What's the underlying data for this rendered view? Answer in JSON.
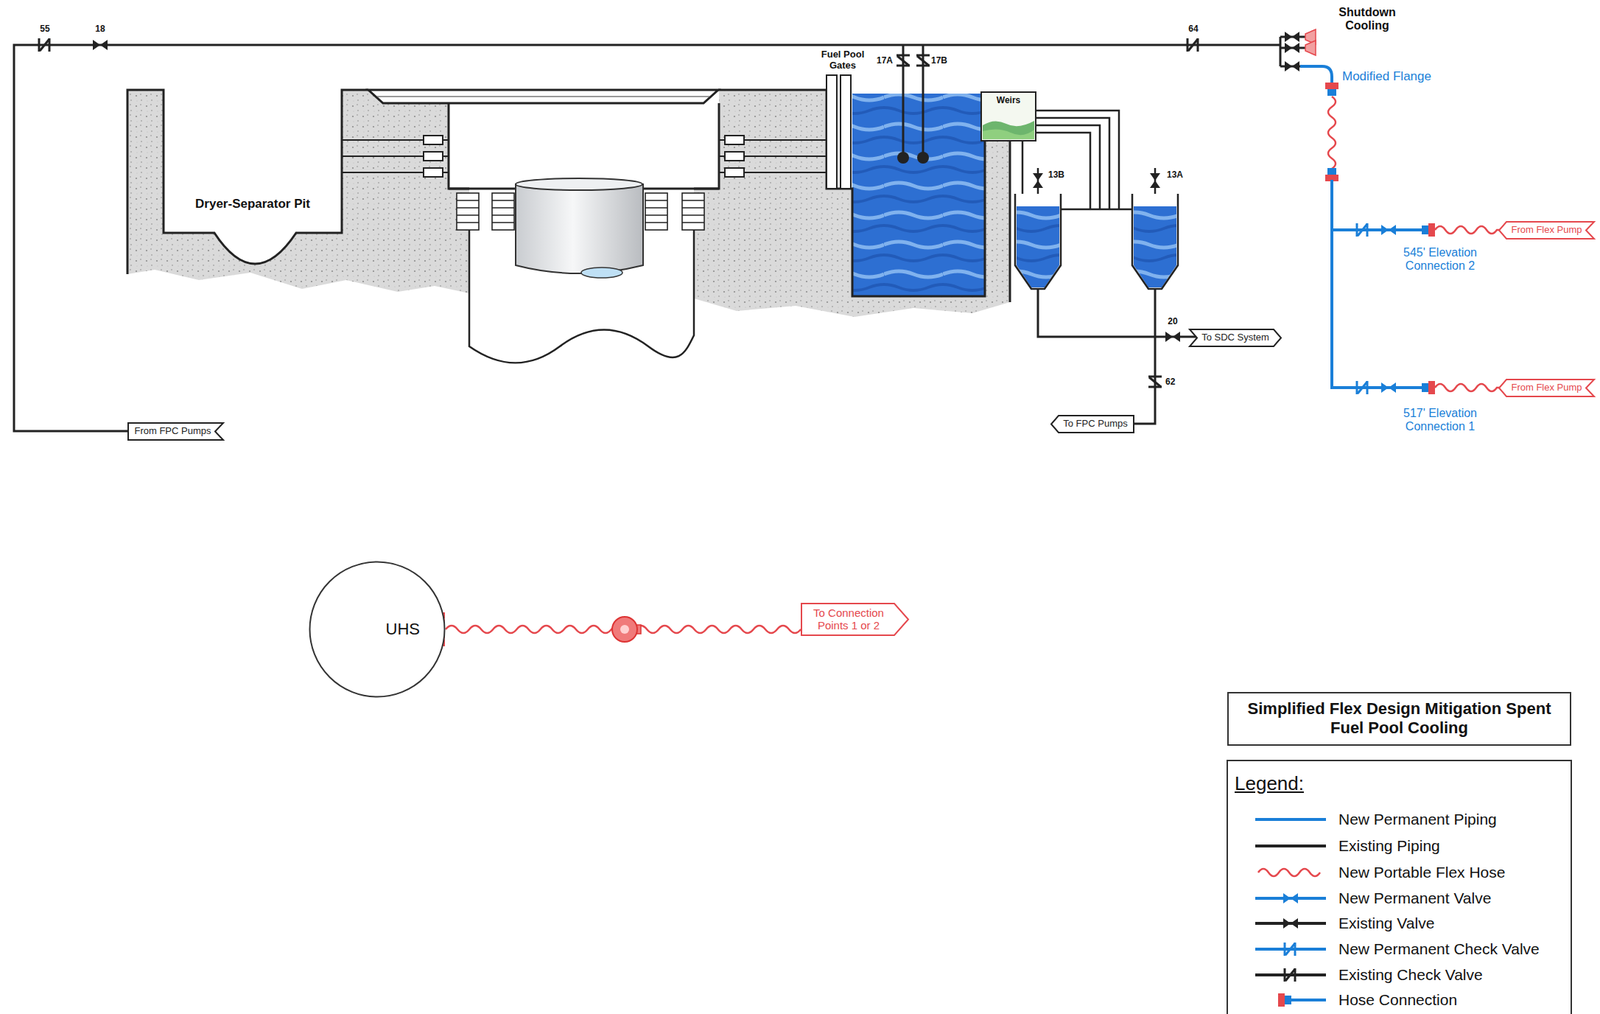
{
  "diagram": {
    "title": "Simplified Flex Design Mitigation Spent Fuel Pool Cooling",
    "nodes": [
      {
        "text": [
          "From Flex Pump"
        ]
      },
      {
        "text": [
          "To SDC System"
        ]
      },
      {
        "text": [
          "From Flex Pump"
        ]
      },
      {
        "text": [
          "To FPC Pumps"
        ]
      },
      {
        "text": [
          "From FPC Pumps"
        ]
      },
      {
        "text": [
          "UHS"
        ]
      },
      {
        "text": [
          "To Connection Points 1 or 2"
        ]
      }
    ],
    "edges": [
      {
        "from": 5,
        "to": 6,
        "arrow": "none"
      }
    ],
    "labels": [
      "55",
      "18",
      "64",
      "Shutdown Cooling",
      "Fuel Pool Gates",
      "17A",
      "17B",
      "Modified Flange",
      "Weirs",
      "13B",
      "13A",
      "Dryer-Separator Pit",
      "545' Elevation Connection 2",
      "20",
      "62",
      "517' Elevation Connection 1",
      "Legend:"
    ],
    "legend": [
      {
        "text": "New Permanent Piping"
      },
      {
        "text": "Existing Piping"
      },
      {
        "text": "New Portable Flex Hose"
      },
      {
        "text": "New Permanent Valve"
      },
      {
        "text": "Existing Valve"
      },
      {
        "text": "New Permanent Check Valve"
      },
      {
        "text": "Existing Check Valve"
      },
      {
        "text": "Hose Connection"
      }
    ]
  }
}
